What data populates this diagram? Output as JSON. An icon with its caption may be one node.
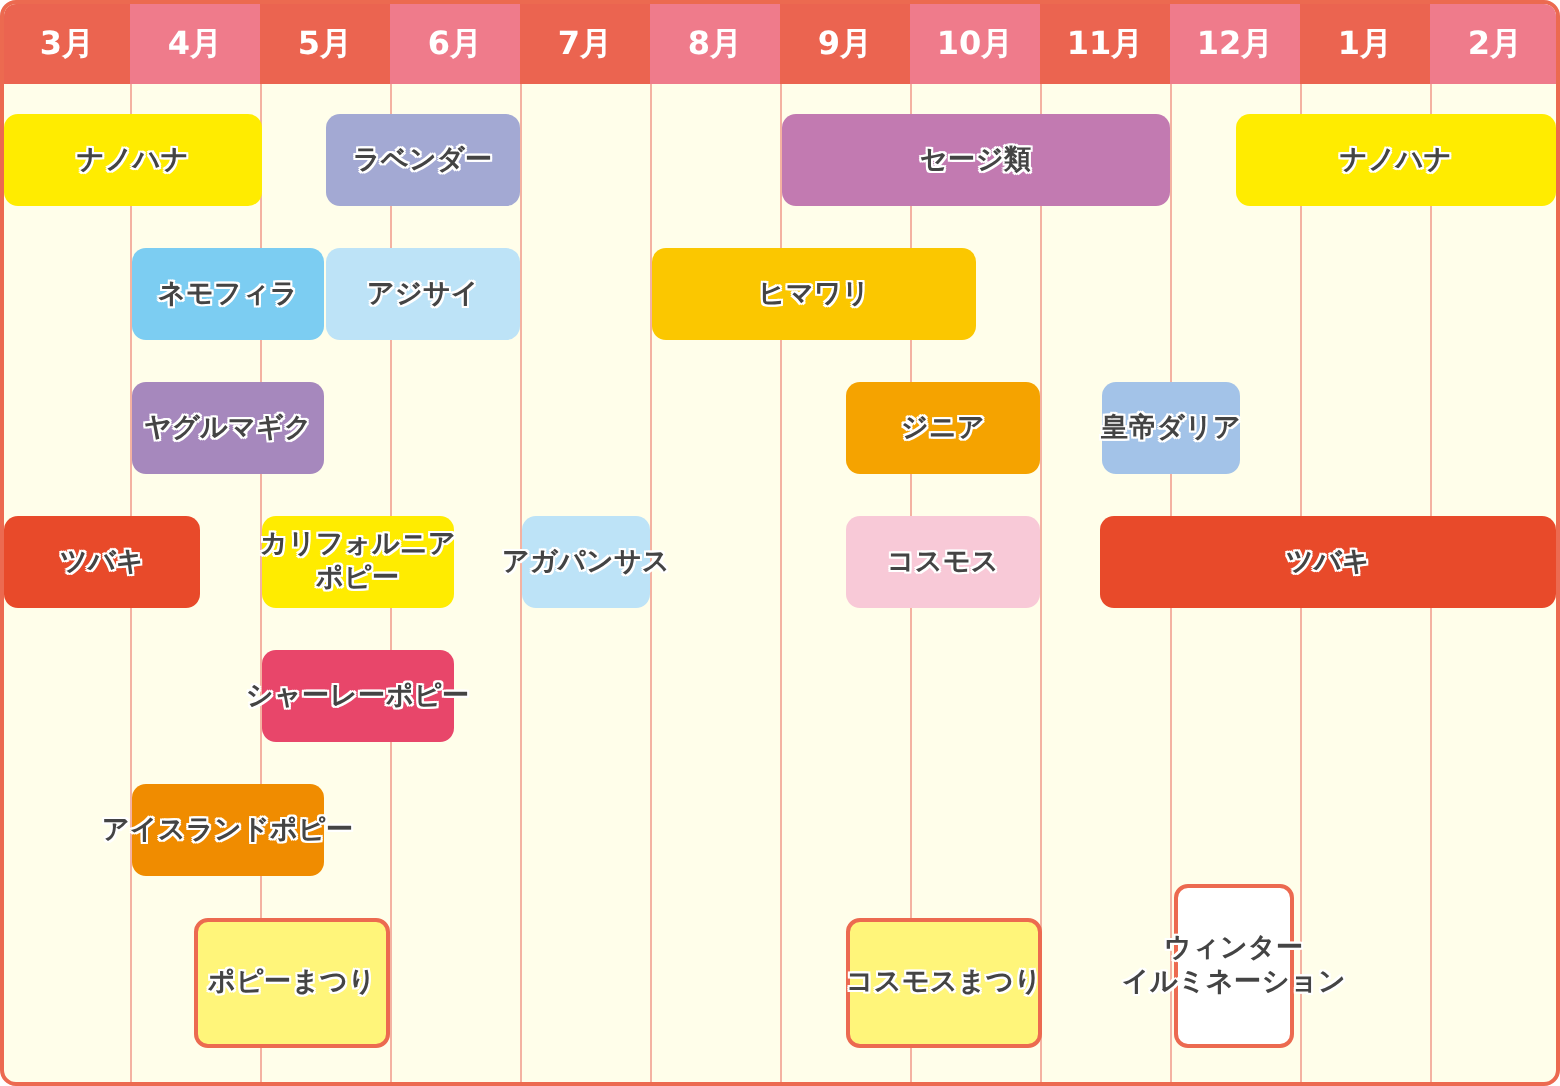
{
  "diagram": {
    "nodes": [
      {
        "text": [
          "ナノハナ"
        ]
      },
      {
        "text": [
          "ラベンダー"
        ]
      },
      {
        "text": [
          "セージ類"
        ]
      },
      {
        "text": [
          "ナノハナ"
        ]
      },
      {
        "text": [
          "ネモフィラ"
        ]
      },
      {
        "text": [
          "アジサイ"
        ]
      },
      {
        "text": [
          "ヒマワリ"
        ]
      },
      {
        "text": [
          "ヤグルマギク"
        ]
      },
      {
        "text": [
          "ジニア"
        ]
      },
      {
        "text": [
          "皇帝ダリア"
        ]
      },
      {
        "text": [
          "ツバキ"
        ]
      },
      {
        "text": [
          "カリフォルニアポピー"
        ]
      },
      {
        "text": [
          "アガパンサス"
        ]
      },
      {
        "text": [
          "コスモス"
        ]
      },
      {
        "text": [
          "ツバキ"
        ]
      },
      {
        "text": [
          "シャーレーポピー"
        ]
      },
      {
        "text": [
          "アイスランドポピー"
        ]
      },
      {
        "text": [
          "ポピーまつり"
        ]
      },
      {
        "text": [
          "コスモスまつり"
        ]
      },
      {
        "text": [
          "ウィンターイルミネーション"
        ]
      }
    ],
    "labels": [
      "3月",
      "4月",
      "5月",
      "6月",
      "7月",
      "8月",
      "9月",
      "10月",
      "11月",
      "12月",
      "1月",
      "2月"
    ]
  }
}
